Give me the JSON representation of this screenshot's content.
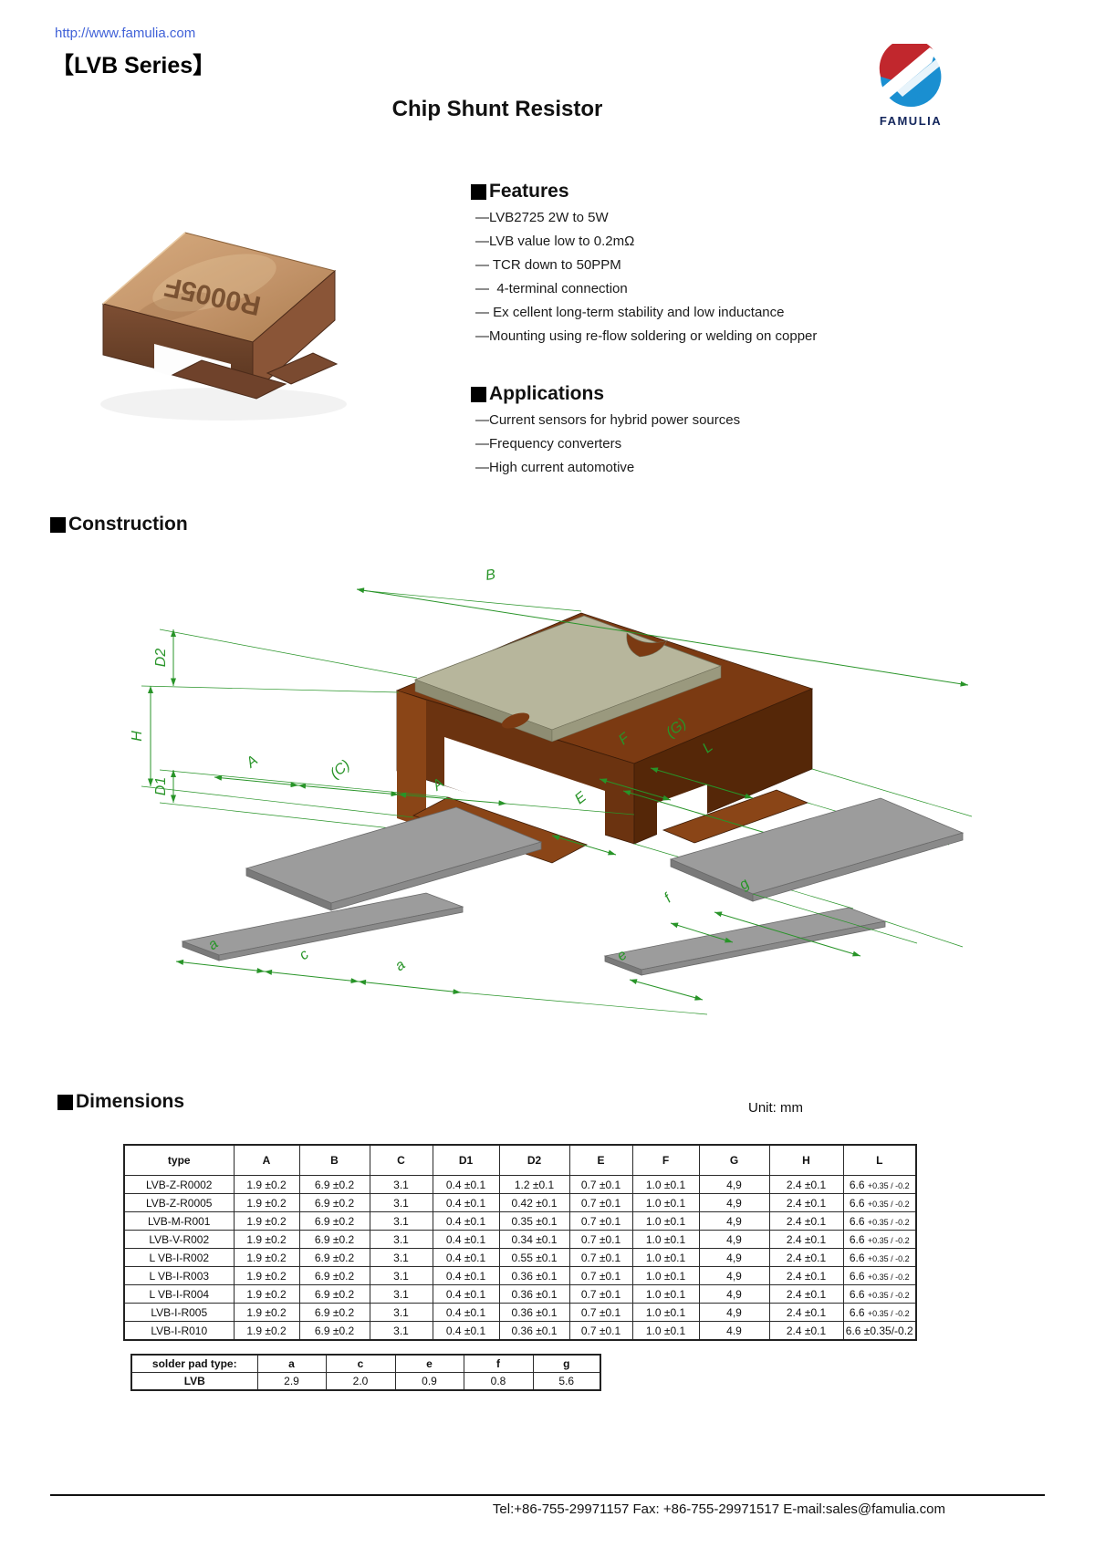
{
  "header": {
    "url": "http://www.famulia.com",
    "series": "【LVB Series】",
    "brand": "FAMULIA",
    "title": "Chip Shunt Resistor"
  },
  "photo": {
    "marking": "R0005F"
  },
  "features": {
    "heading": "Features",
    "items": [
      "—LVB2725 2W to 5W",
      "—LVB value low to 0.2mΩ",
      "— TCR down to 50PPM",
      "—  4-terminal connection",
      "— Ex cellent long-term stability and low inductance",
      "—Mounting using re-flow soldering or welding on copper"
    ]
  },
  "applications": {
    "heading": "Applications",
    "items": [
      "—Current sensors for hybrid power sources",
      "—Frequency converters",
      "—High current automotive"
    ]
  },
  "construction": {
    "heading": "Construction",
    "labels": {
      "b": "B",
      "d2": "D2",
      "h": "H",
      "d1": "D1",
      "a_left": "A",
      "c_mid": "(C)",
      "a_right": "A",
      "e": "E",
      "f": "F",
      "g_paren": "(G)",
      "l": "L",
      "pad_a1": "a",
      "pad_c": "c",
      "pad_a2": "a",
      "pad_e": "e",
      "pad_f": "f",
      "pad_g": "g"
    },
    "colors": {
      "dimension_green": "#289428",
      "body_brown": "#7b3a12",
      "plate_tan": "#b7b69c",
      "pad_grey": "#9c9c9c"
    }
  },
  "dimensions": {
    "heading": "Dimensions",
    "unit": "Unit: mm",
    "columns": [
      "type",
      "A",
      "B",
      "C",
      "D1",
      "D2",
      "E",
      "F",
      "G",
      "H",
      "L"
    ],
    "rows": [
      [
        "LVB-Z-R0002",
        "1.9 ±0.2",
        "6.9 ±0.2",
        "3.1",
        "0.4 ±0.1",
        "1.2 ±0.1",
        "0.7 ±0.1",
        "1.0 ±0.1",
        "4,9",
        "2.4 ±0.1",
        [
          "6.6",
          "+0.35 / -0.2"
        ]
      ],
      [
        "LVB-Z-R0005",
        "1.9 ±0.2",
        "6.9 ±0.2",
        "3.1",
        "0.4 ±0.1",
        "0.42 ±0.1",
        "0.7 ±0.1",
        "1.0 ±0.1",
        "4,9",
        "2.4 ±0.1",
        [
          "6.6",
          "+0.35 / -0.2"
        ]
      ],
      [
        "LVB-M-R001",
        "1.9 ±0.2",
        "6.9 ±0.2",
        "3.1",
        "0.4 ±0.1",
        "0.35 ±0.1",
        "0.7 ±0.1",
        "1.0 ±0.1",
        "4,9",
        "2.4 ±0.1",
        [
          "6.6",
          "+0.35 / -0.2"
        ]
      ],
      [
        "LVB-V-R002",
        "1.9 ±0.2",
        "6.9 ±0.2",
        "3.1",
        "0.4 ±0.1",
        "0.34 ±0.1",
        "0.7 ±0.1",
        "1.0 ±0.1",
        "4,9",
        "2.4 ±0.1",
        [
          "6.6",
          "+0.35 / -0.2"
        ]
      ],
      [
        "L VB-I-R002",
        "1.9 ±0.2",
        "6.9 ±0.2",
        "3.1",
        "0.4 ±0.1",
        "0.55 ±0.1",
        "0.7 ±0.1",
        "1.0 ±0.1",
        "4,9",
        "2.4 ±0.1",
        [
          "6.6",
          "+0.35 / -0.2"
        ]
      ],
      [
        "L VB-I-R003",
        "1.9 ±0.2",
        "6.9 ±0.2",
        "3.1",
        "0.4 ±0.1",
        "0.36 ±0.1",
        "0.7 ±0.1",
        "1.0 ±0.1",
        "4,9",
        "2.4 ±0.1",
        [
          "6.6",
          "+0.35 / -0.2"
        ]
      ],
      [
        "L VB-I-R004",
        "1.9 ±0.2",
        "6.9 ±0.2",
        "3.1",
        "0.4 ±0.1",
        "0.36 ±0.1",
        "0.7 ±0.1",
        "1.0 ±0.1",
        "4,9",
        "2.4 ±0.1",
        [
          "6.6",
          "+0.35 / -0.2"
        ]
      ],
      [
        "LVB-I-R005",
        "1.9 ±0.2",
        "6.9 ±0.2",
        "3.1",
        "0.4 ±0.1",
        "0.36 ±0.1",
        "0.7 ±0.1",
        "1.0 ±0.1",
        "4,9",
        "2.4 ±0.1",
        [
          "6.6",
          "+0.35 / -0.2"
        ]
      ],
      [
        "LVB-I-R010",
        "1.9 ±0.2",
        "6.9 ±0.2",
        "3.1",
        "0.4 ±0.1",
        "0.36 ±0.1",
        "0.7 ±0.1",
        "1.0 ±0.1",
        "4.9",
        "2.4 ±0.1",
        "6.6 ±0.35/-0.2"
      ]
    ]
  },
  "solder_pad": {
    "columns": [
      "solder pad type:",
      "a",
      "c",
      "e",
      "f",
      "g"
    ],
    "rows": [
      [
        "LVB",
        "2.9",
        "2.0",
        "0.9",
        "0.8",
        "5.6"
      ]
    ]
  },
  "footer": {
    "contact": "Tel:+86-755-29971157  Fax: +86-755-29971517  E-mail:sales@famulia.com"
  }
}
